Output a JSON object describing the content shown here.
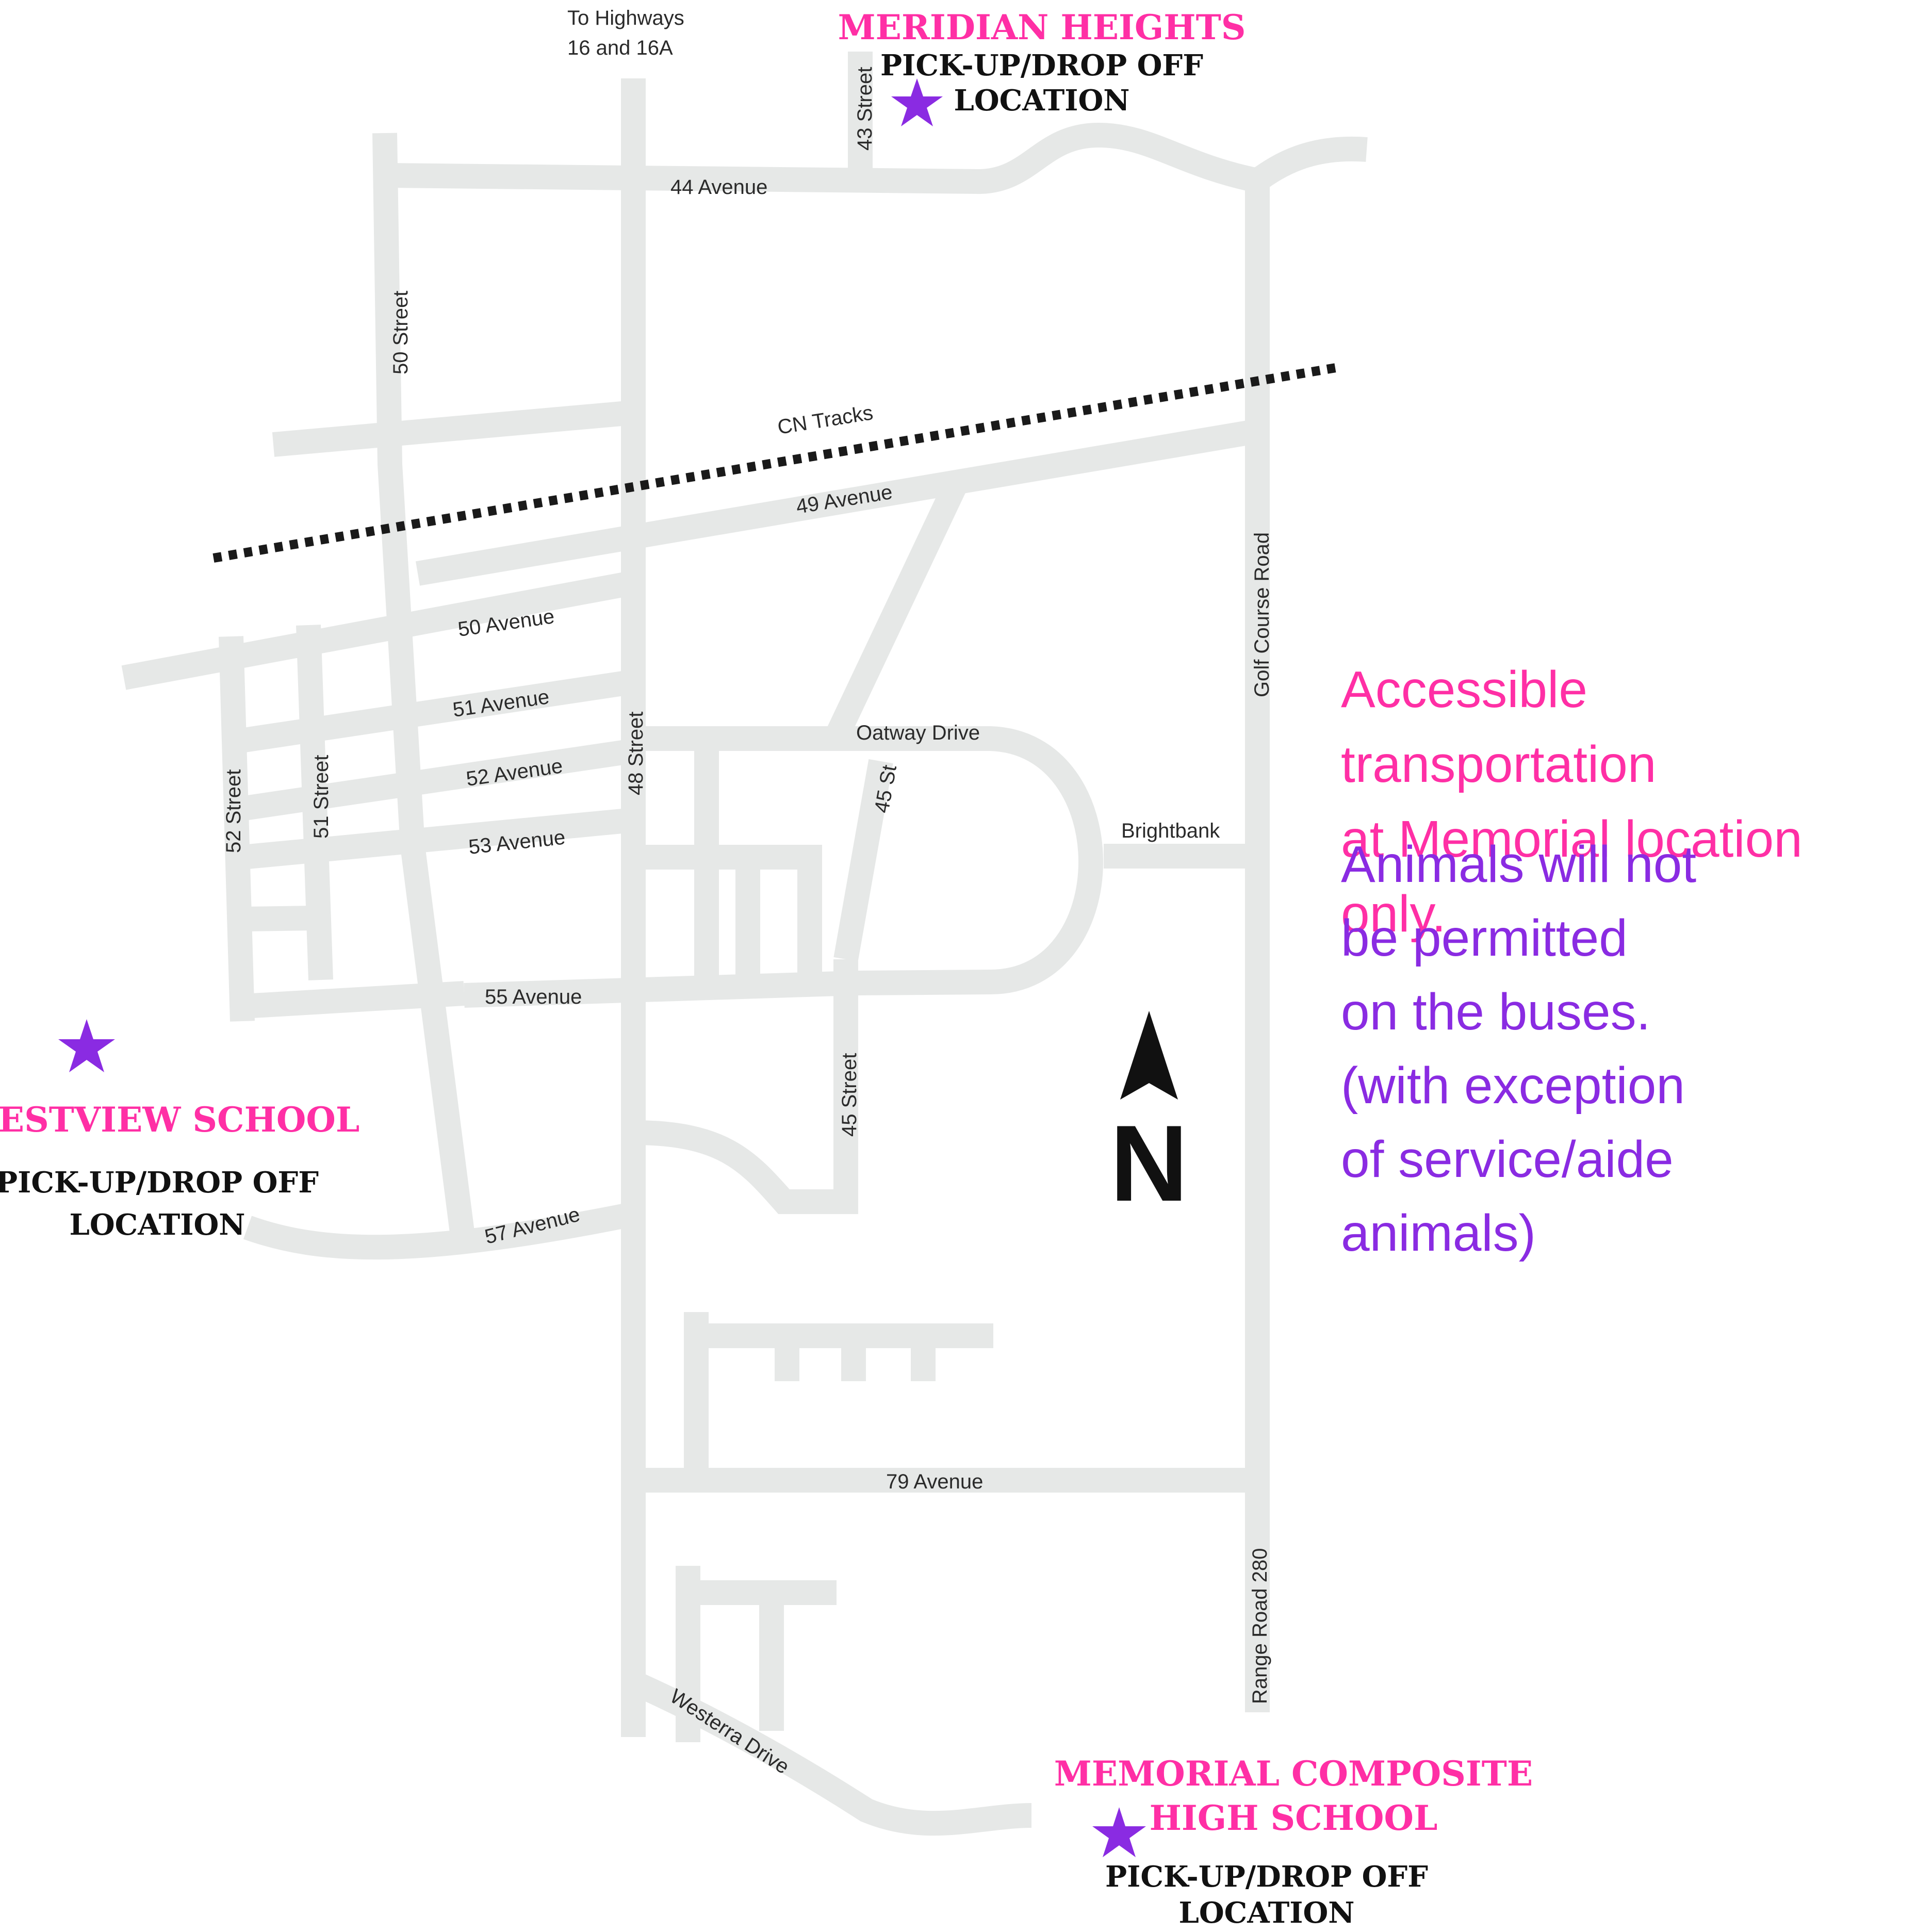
{
  "streets": {
    "to_highways_line1": "To Highways",
    "to_highways_line2": "16 and 16A",
    "s43": "43 Street",
    "ave44": "44 Avenue",
    "s50": "50 Street",
    "cn_tracks": "CN Tracks",
    "ave49": "49 Avenue",
    "golf_course": "Golf Course Road",
    "ave50": "50 Avenue",
    "ave51": "51 Avenue",
    "s48": "48 Street",
    "oatway": "Oatway Drive",
    "ave52": "52 Avenue",
    "s45st": "45 St",
    "s52": "52 Street",
    "s51": "51 Street",
    "brightbank": "Brightbank",
    "ave53": "53 Avenue",
    "ave55": "55 Avenue",
    "s45": "45 Street",
    "ave57": "57 Avenue",
    "ave79": "79 Avenue",
    "rr280": "Range Road 280",
    "westerra": "Westerra Drive"
  },
  "compass": {
    "letter": "N"
  },
  "locations": {
    "meridian": {
      "name": "MERIDIAN HEIGHTS",
      "line1": "PICK-UP/DROP OFF",
      "line2": "LOCATION"
    },
    "westview": {
      "name": "WESTVIEW SCHOOL",
      "line1": "PICK-UP/DROP OFF",
      "line2": "LOCATION"
    },
    "memorial": {
      "name1": "MEMORIAL COMPOSITE",
      "name2": "HIGH SCHOOL",
      "line1": "PICK-UP/DROP OFF",
      "line2": "LOCATION"
    }
  },
  "notes": {
    "accessible": [
      "Accessible transportation",
      "at Memorial location only."
    ],
    "animals": [
      "Animals will not",
      "be permitted",
      "on the buses.",
      "(with exception",
      "of service/aide",
      "animals)"
    ]
  },
  "colors": {
    "road": "#e6e8e7",
    "school_name": "#ff2fa5",
    "star": "#8a2be2",
    "accessible_note": "#ff2fa5",
    "animals_note": "#8a2be2"
  }
}
